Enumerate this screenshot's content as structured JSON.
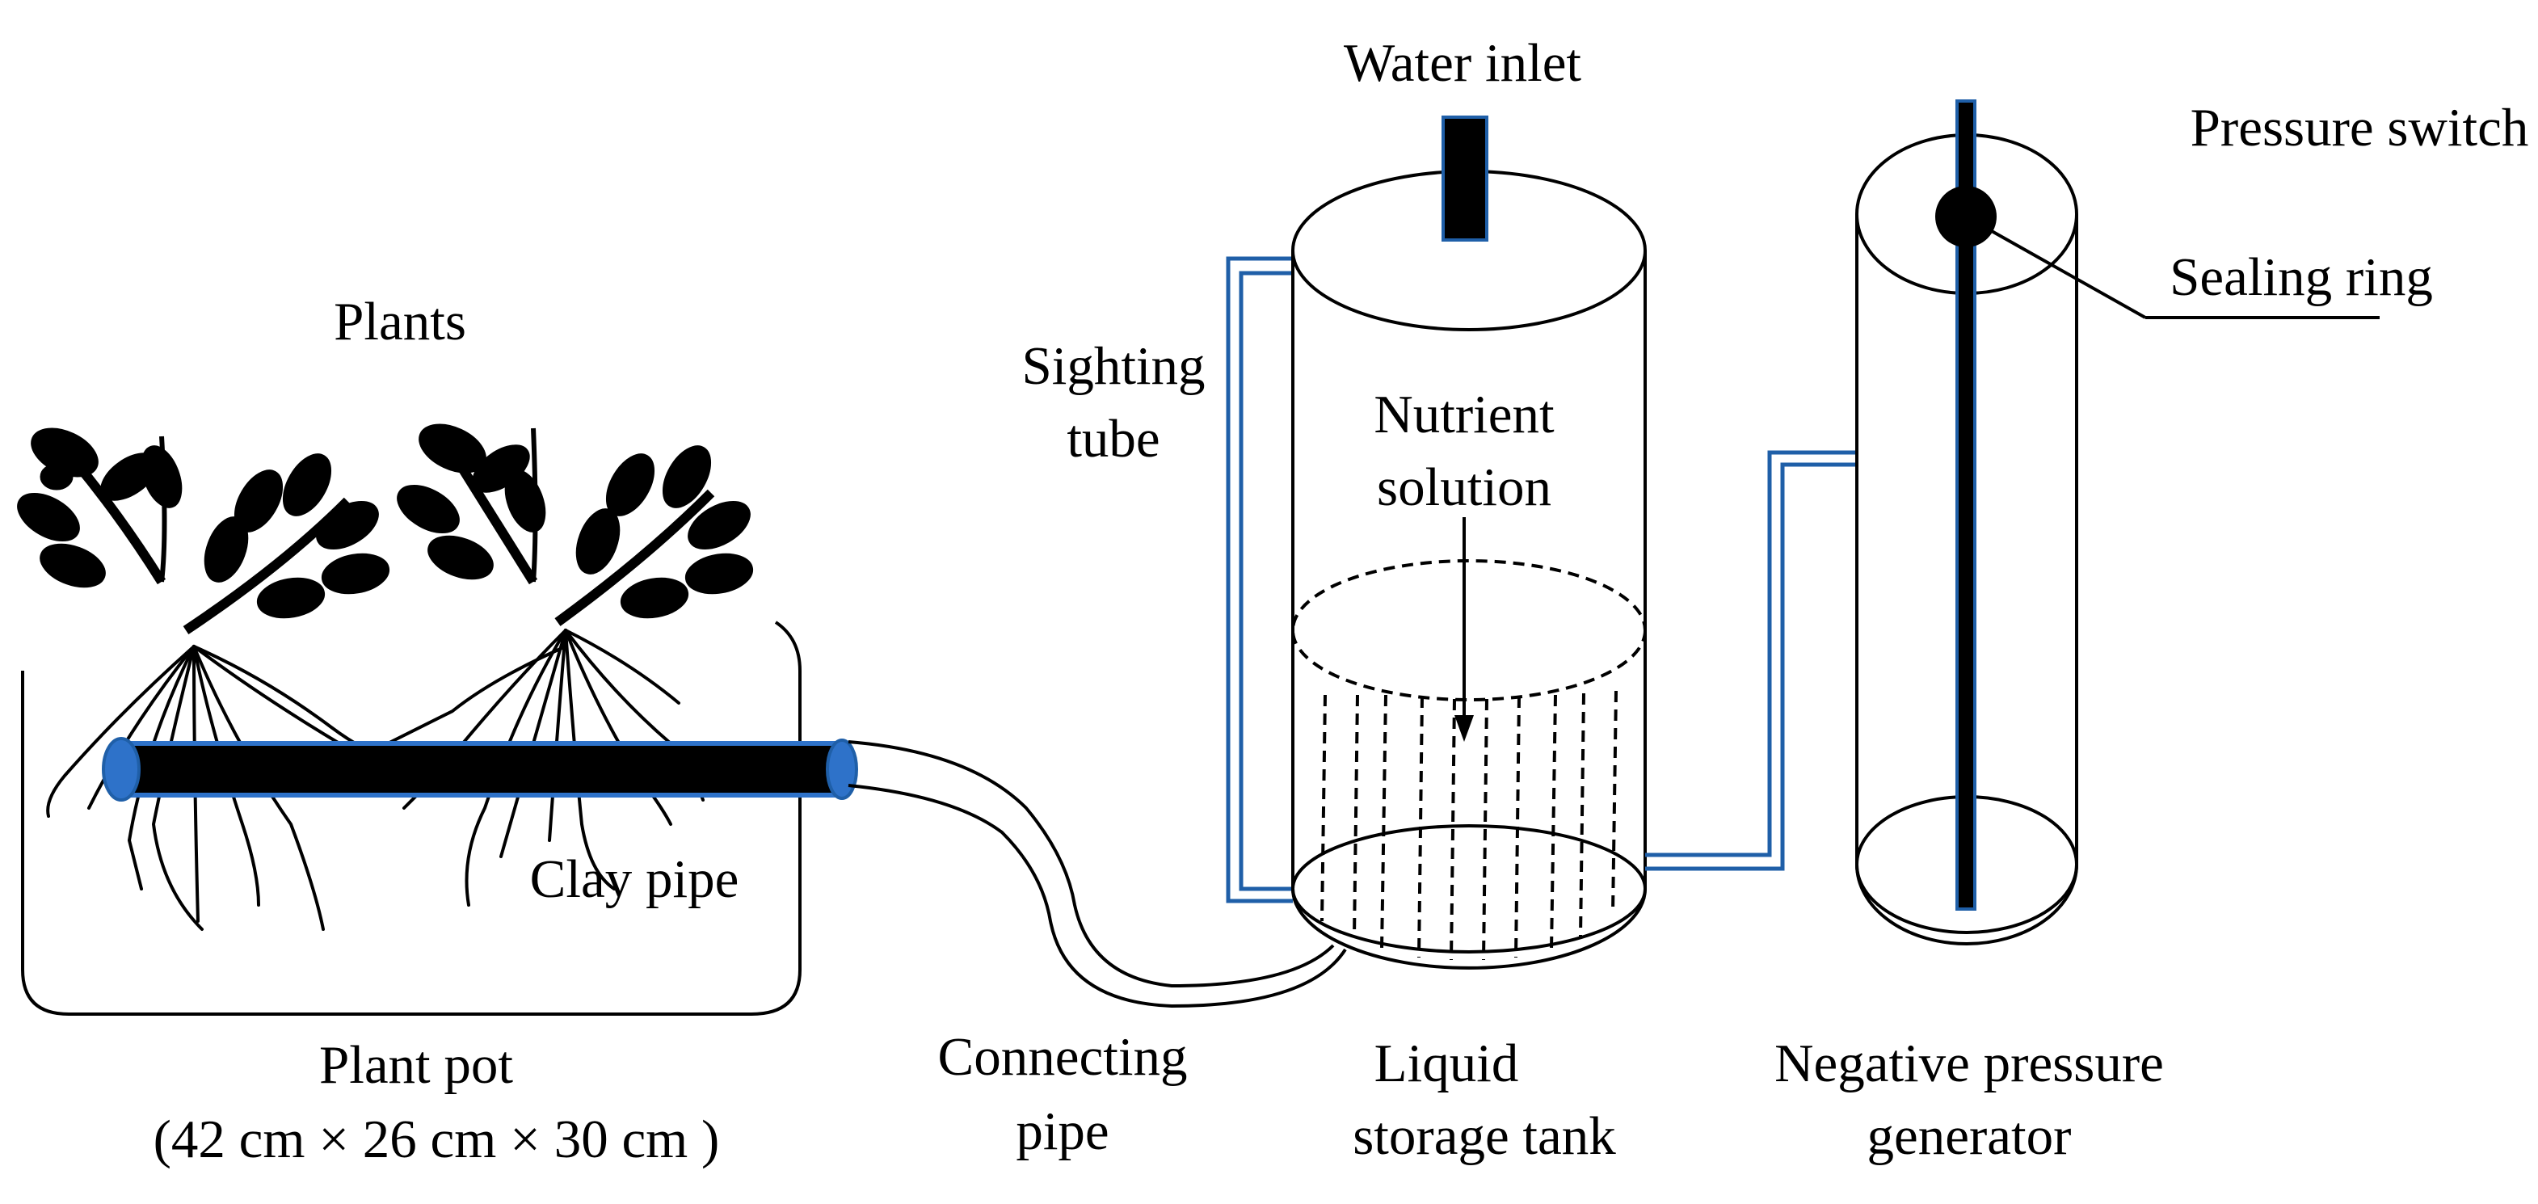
{
  "labels": {
    "water_inlet": "Water inlet",
    "pressure_switch": "Pressure switch",
    "sealing_ring": "Sealing ring",
    "plants": "Plants",
    "sighting_tube_1": "Sighting",
    "sighting_tube_2": "tube",
    "nutrient_solution_1": "Nutrient",
    "nutrient_solution_2": "solution",
    "clay_pipe": "Clay pipe",
    "plant_pot_1": "Plant pot",
    "plant_pot_2": "(42 cm × 26 cm × 30 cm )",
    "connecting_pipe_1": "Connecting",
    "connecting_pipe_2": "pipe",
    "liquid_storage_tank_1": "Liquid",
    "liquid_storage_tank_2": "storage tank",
    "negative_pressure_generator_1": "Negative pressure",
    "negative_pressure_generator_2": "generator"
  },
  "colors": {
    "tube_blue": "#1f5fa8",
    "pipe_blue": "#2e72c9",
    "ink": "#000000"
  }
}
